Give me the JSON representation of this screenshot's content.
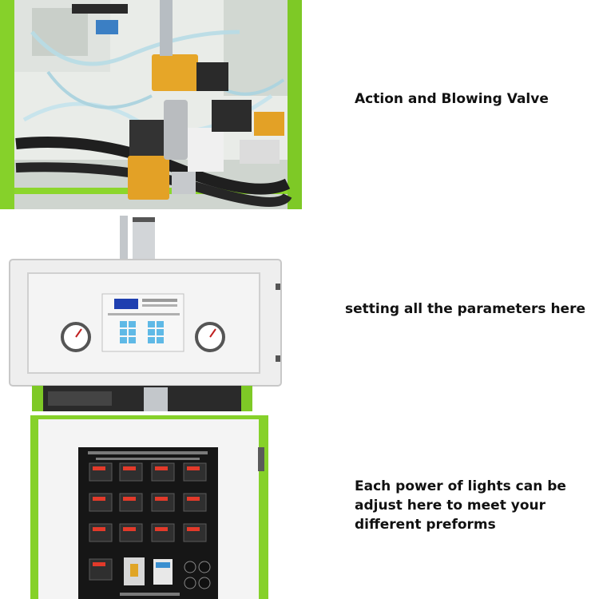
{
  "sections": [
    {
      "photo": "action-and-blowing-valve-photo",
      "caption_lines": [
        "Action and Blowing Valve"
      ]
    },
    {
      "photo": "parameter-controller-panel-photo",
      "caption_lines": [
        "setting all the parameters here"
      ]
    },
    {
      "photo": "infrared-heater-control-panel-photo",
      "caption_lines": [
        "Each power of lights can be",
        "adjust here to meet your",
        "different preforms"
      ]
    }
  ],
  "colors": {
    "machine_green": "#7ed321",
    "panel_white": "#f2f2f2",
    "brass": "#e0a526",
    "caption_text": "#111111"
  }
}
